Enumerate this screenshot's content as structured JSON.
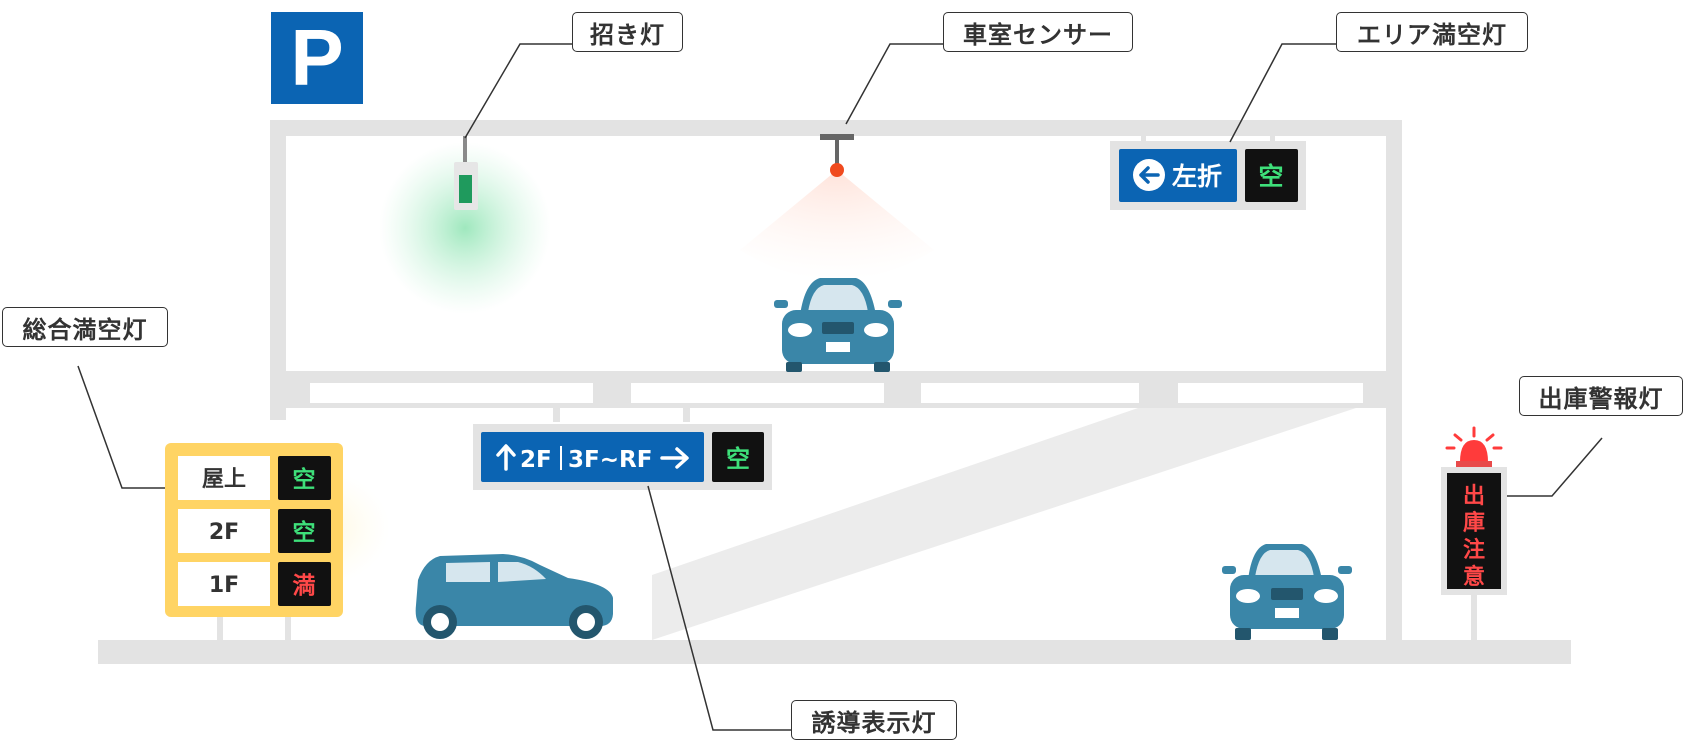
{
  "parking_sign": "P",
  "callouts": {
    "beckon_light": "招き灯",
    "bay_sensor": "車室センサー",
    "area_light": "エリア満空灯",
    "total_light": "総合満空灯",
    "exit_alarm": "出庫警報灯",
    "guide_light": "誘導表示灯"
  },
  "area_sign": {
    "direction": "左折",
    "status": "空"
  },
  "guide_sign": {
    "left": "2F",
    "right": "3F~RF",
    "status": "空"
  },
  "total_board": {
    "rows": [
      {
        "label": "屋上",
        "status": "空",
        "status_color": "#3ee07a"
      },
      {
        "label": "2F",
        "status": "空",
        "status_color": "#3ee07a"
      },
      {
        "label": "1F",
        "status": "満",
        "status_color": "#ff4848"
      }
    ]
  },
  "exit_alarm_sign": {
    "text": [
      "出",
      "庫",
      "注",
      "意"
    ]
  },
  "colors": {
    "sign_blue": "#0b64b3",
    "car_blue": "#3a86a8",
    "empty_green": "#3ee07a",
    "full_red": "#ff4848",
    "board_yellow": "#ffd464",
    "structure_gray": "#e3e3e3"
  }
}
